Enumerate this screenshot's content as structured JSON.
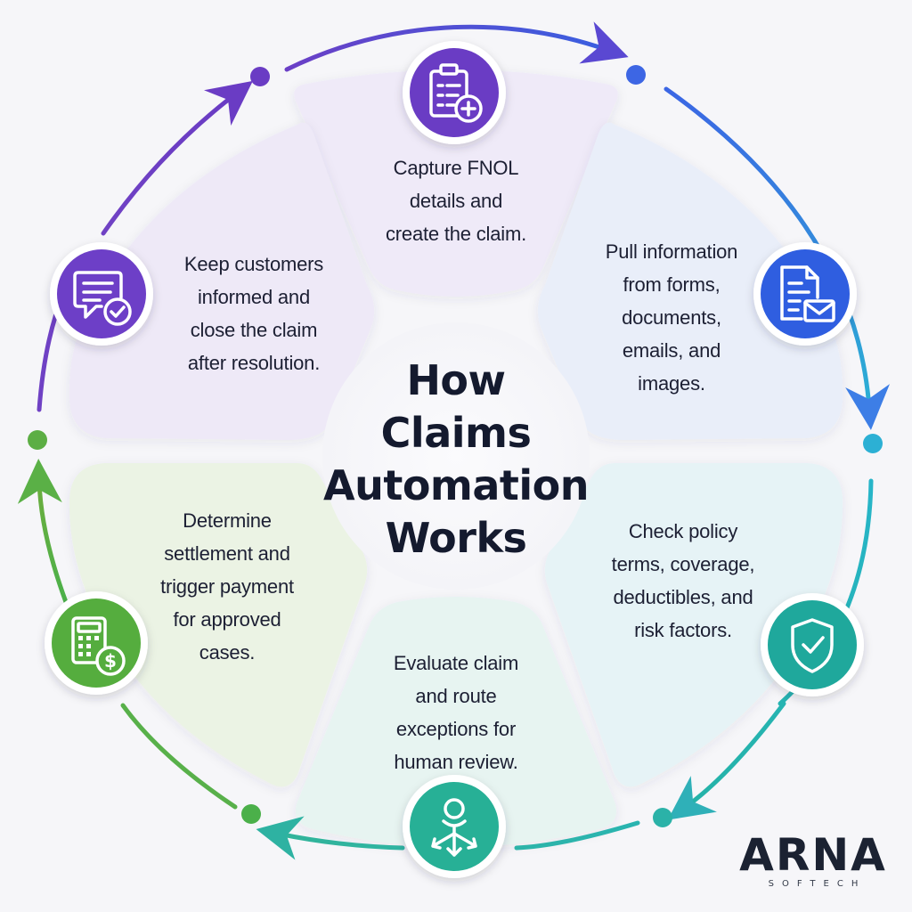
{
  "title_lines": [
    "How",
    "Claims",
    "Automation",
    "Works"
  ],
  "steps": [
    {
      "icon": "clipboard-plus-icon",
      "color": "#6a3cc4",
      "lines": [
        "Capture FNOL",
        "details and",
        "create the claim."
      ]
    },
    {
      "icon": "document-email-icon",
      "color": "#2f5ee0",
      "lines": [
        "Pull information",
        "from forms,",
        "documents,",
        "emails, and",
        "images."
      ]
    },
    {
      "icon": "shield-check-icon",
      "color": "#1fa89c",
      "lines": [
        "Check policy",
        "terms, coverage,",
        "deductibles, and",
        "risk factors."
      ]
    },
    {
      "icon": "person-route-icon",
      "color": "#27b096",
      "lines": [
        "Evaluate claim",
        "and route",
        "exceptions for",
        "human review."
      ]
    },
    {
      "icon": "calculator-dollar-icon",
      "color": "#55ad3e",
      "lines": [
        "Determine",
        "settlement and",
        "trigger payment",
        "for approved",
        "cases."
      ]
    },
    {
      "icon": "chat-check-icon",
      "color": "#6d3fc7",
      "lines": [
        "Keep customers",
        "informed and",
        "close the claim",
        "after resolution."
      ]
    }
  ],
  "brand": {
    "name": "ARNA",
    "tagline": "SOFTECH"
  }
}
